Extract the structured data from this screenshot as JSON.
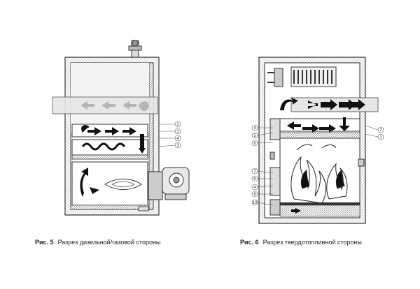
{
  "figure5": {
    "label": "Рис. 5",
    "caption": "Разрез дизельной/газовой стороны",
    "callouts": [
      "2",
      "1",
      "4",
      "3"
    ]
  },
  "figure6": {
    "label": "Рис. 6",
    "caption": "Разрез твердотопливной стороны",
    "callouts_right": [
      "2",
      "1"
    ],
    "callouts_left": [
      "4",
      "5",
      "6",
      "7",
      "9",
      "4",
      "8",
      "10"
    ]
  }
}
